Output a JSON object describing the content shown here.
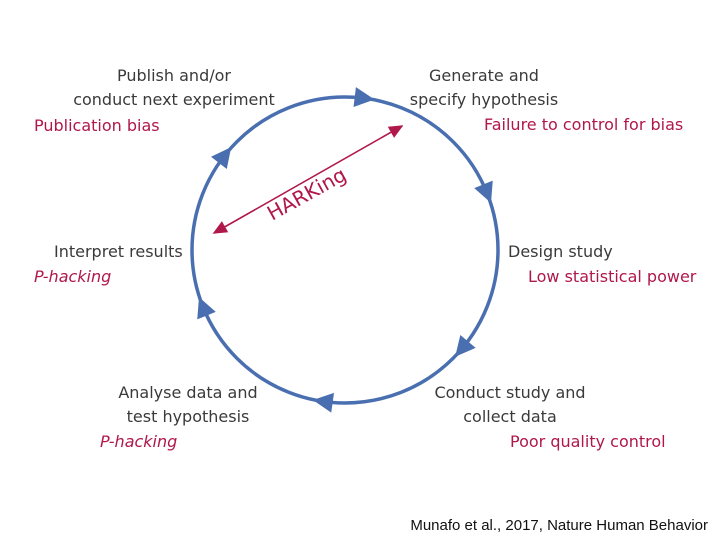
{
  "stages": {
    "generate": {
      "line1": "Generate and",
      "line2": "specify hypothesis",
      "bias": "Failure to control for bias"
    },
    "design": {
      "line1": "Design study",
      "bias": "Low statistical power"
    },
    "conduct": {
      "line1": "Conduct study and",
      "line2": "collect data",
      "bias": "Poor quality control"
    },
    "analyse": {
      "line1": "Analyse data and",
      "line2": "test hypothesis",
      "bias": "P-hacking"
    },
    "interpret": {
      "line1": "Interpret results",
      "bias": "P-hacking"
    },
    "publish": {
      "line1": "Publish and/or",
      "line2": "conduct next experiment",
      "bias": "Publication bias"
    }
  },
  "harking": "HARKing",
  "caption": "Munafo et al., 2017, Nature Human Behavior",
  "colors": {
    "cycle": "#4a6fb0",
    "bias": "#b0174a",
    "text": "#3a3a3a"
  }
}
